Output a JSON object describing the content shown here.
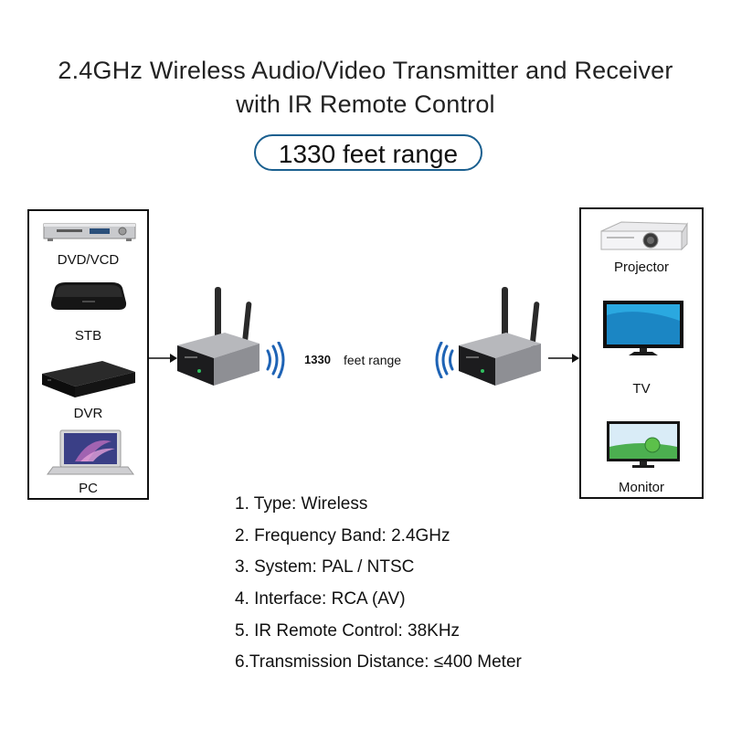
{
  "title": {
    "line1": "2.4GHz Wireless Audio/Video Transmitter and Receiver",
    "line2": "with IR Remote Control",
    "range_pill": "1330 feet range"
  },
  "sources": [
    {
      "label": "DVD/VCD",
      "icon": "dvd-player-icon"
    },
    {
      "label": "STB",
      "icon": "set-top-box-icon"
    },
    {
      "label": "DVR",
      "icon": "dvr-icon"
    },
    {
      "label": "PC",
      "icon": "laptop-icon"
    }
  ],
  "displays": [
    {
      "label": "Projector",
      "icon": "projector-icon"
    },
    {
      "label": "TV",
      "icon": "tv-icon"
    },
    {
      "label": "Monitor",
      "icon": "monitor-icon"
    }
  ],
  "link": {
    "range_value": "1330",
    "range_unit": "feet range"
  },
  "specs": [
    "1. Type: Wireless",
    "2. Frequency Band: 2.4GHz",
    "3. System: PAL / NTSC",
    "4. Interface: RCA (AV)",
    "5. IR Remote Control: 38KHz",
    "6.Transmission Distance: ≤400 Meter"
  ],
  "colors": {
    "accent": "#1a5f8f",
    "wave": "#1e63b5",
    "device_body": "#9a9a9e",
    "device_face": "#1c1c1e"
  }
}
